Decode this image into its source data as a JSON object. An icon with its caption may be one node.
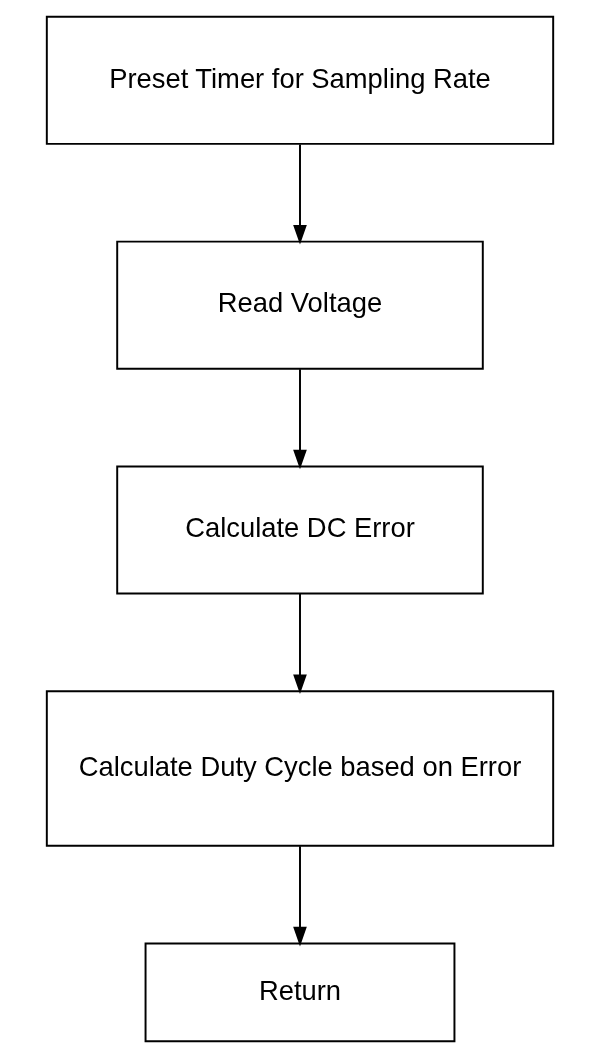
{
  "diagram": {
    "nodes": [
      {
        "text": [
          "Preset Timer for Sampling Rate"
        ]
      },
      {
        "text": [
          "Read Voltage"
        ]
      },
      {
        "text": [
          "Calculate DC Error"
        ]
      },
      {
        "text": [
          "Calculate Duty Cycle based on Error"
        ]
      },
      {
        "text": [
          "Return"
        ]
      }
    ],
    "edges": [
      {
        "from": 0,
        "to": 1,
        "arrow": "to"
      },
      {
        "from": 1,
        "to": 2,
        "arrow": "to"
      },
      {
        "from": 2,
        "to": 3,
        "arrow": "to"
      },
      {
        "from": 3,
        "to": 4,
        "arrow": "to"
      }
    ]
  }
}
